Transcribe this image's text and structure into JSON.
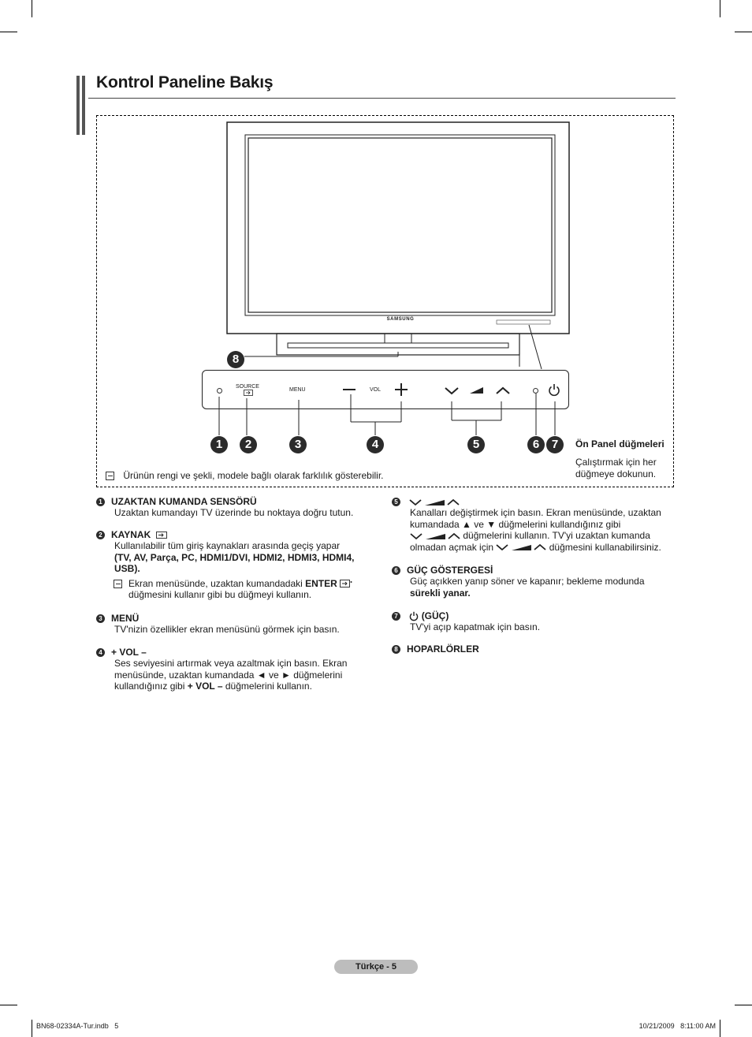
{
  "page": {
    "title": "Kontrol Paneline Bakış",
    "page_label": "Türkçe - 5",
    "footer_left": "BN68-02334A-Tur.indb   5",
    "footer_right": "10/21/2009   8:11:00 AM"
  },
  "figure": {
    "brand": "SAMSUNG",
    "panel_labels": {
      "source": "SOURCE",
      "menu": "MENU",
      "vol": "VOL",
      "minus": "–",
      "plus": "+"
    },
    "callouts": [
      "1",
      "2",
      "3",
      "4",
      "5",
      "6",
      "7",
      "8"
    ],
    "front_panel_title": "Ön Panel düğmeleri",
    "front_panel_text": "Çalıştırmak için her düğmeye dokunun.",
    "note": "Ürünün rengi ve şekli, modele bağlı olarak farklılık gösterebilir."
  },
  "left_column": [
    {
      "num": "1",
      "heading": "UZAKTAN KUMANDA SENSÖRÜ",
      "text": "Uzaktan kumandayı TV üzerinde bu noktaya doğru tutun."
    },
    {
      "num": "2",
      "heading": "KAYNAK",
      "text": "Kullanılabilir tüm giriş kaynakları arasında geçiş yapar",
      "bold_text": "(TV, AV, Parça, PC, HDMI1/DVI, HDMI2, HDMI3, HDMI4, USB).",
      "note_pre": "Ekran menüsünde, uzaktan kumandadaki ",
      "note_bold": "ENTER",
      "note_post": "düğmesini kullanır gibi bu düğmeyi kullanın."
    },
    {
      "num": "3",
      "heading": "MENÜ",
      "text": "TV'nizin özellikler ekran menüsünü görmek için basın."
    },
    {
      "num": "4",
      "heading": "+ VOL –",
      "text_pre": "Ses seviyesini artırmak veya azaltmak için basın. Ekran menüsünde, uzaktan kumandada ◄ ve ► düğmelerini kullandığınız gibi ",
      "text_bold": "+ VOL –",
      "text_post": " düğmelerini kullanın."
    }
  ],
  "right_column": [
    {
      "num": "5",
      "text_a": "Kanalları değiştirmek için basın. Ekran menüsünde, uzaktan kumandada ▲ ve ▼ düğmelerini kullandığınız gibi",
      "text_b": "düğmelerini kullanın. TV'yi uzaktan kumanda",
      "text_c": "olmadan açmak için",
      "text_d": "düğmesini kullanabilirsiniz."
    },
    {
      "num": "6",
      "heading": "GÜÇ GÖSTERGESİ",
      "text": "Güç açıkken yanıp söner ve kapanır; bekleme modunda",
      "bold_text": "sürekli yanar."
    },
    {
      "num": "7",
      "heading": "(GÜÇ)",
      "text": "TV'yi açıp kapatmak için basın."
    },
    {
      "num": "8",
      "heading": "HOPARLÖRLER"
    }
  ]
}
